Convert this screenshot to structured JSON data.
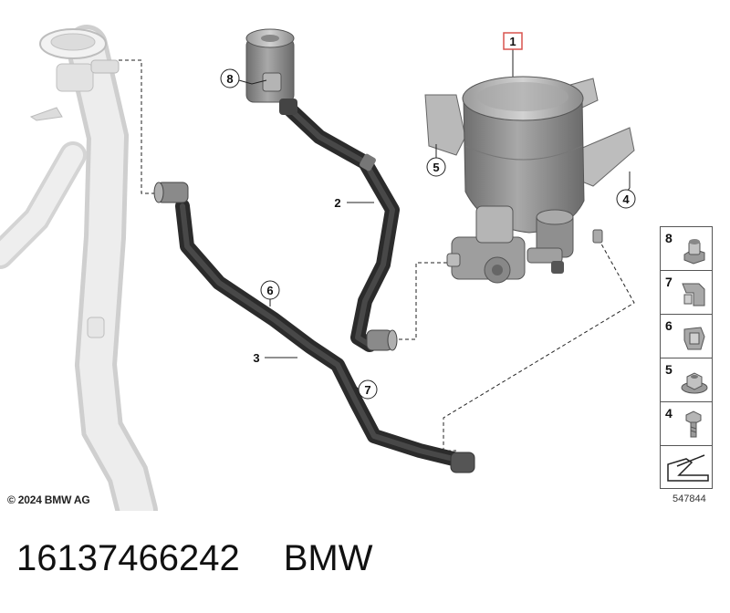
{
  "callouts": [
    {
      "id": "1",
      "label": "1"
    },
    {
      "id": "2",
      "label": "2"
    },
    {
      "id": "3",
      "label": "3"
    },
    {
      "id": "4",
      "label": "4"
    },
    {
      "id": "5",
      "label": "5"
    },
    {
      "id": "6",
      "label": "6"
    },
    {
      "id": "7",
      "label": "7"
    },
    {
      "id": "8",
      "label": "8"
    }
  ],
  "legend": [
    {
      "number": "8",
      "icon": "nut-icon"
    },
    {
      "number": "7",
      "icon": "clip-icon"
    },
    {
      "number": "6",
      "icon": "clip-icon"
    },
    {
      "number": "5",
      "icon": "nut-icon"
    },
    {
      "number": "4",
      "icon": "screw-icon"
    },
    {
      "number": "",
      "icon": "arrow-icon"
    }
  ],
  "copyright": "© 2024 BMW AG",
  "diagram_code": "547844",
  "footer": {
    "part_number": "16137466242",
    "brand": "BMW"
  },
  "colors": {
    "hose": "#3a3a3a",
    "canister": "#8a8a8a",
    "filler_pipe": "#e6e6e6",
    "highlight": "#d9534f"
  }
}
